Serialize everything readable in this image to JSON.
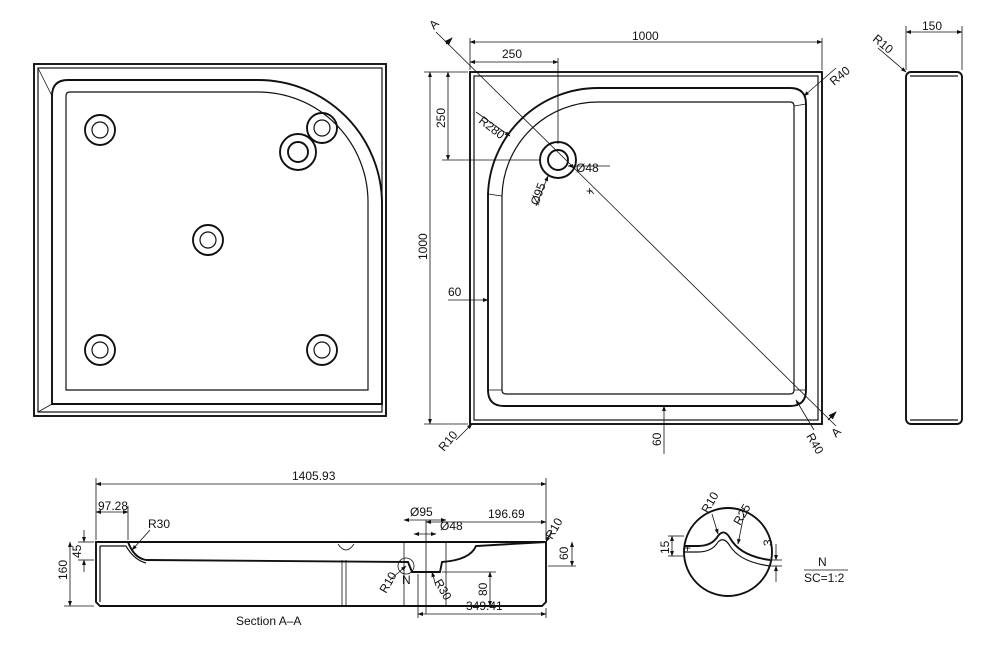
{
  "top_view": {
    "width": "1000",
    "height": "1000",
    "corner_offset": "250",
    "corner_offset_v": "250",
    "r280": "R280",
    "r40_top": "R40",
    "r40_bottom": "R40",
    "r10": "R10",
    "d48": "Ø48",
    "d95": "Ø95",
    "rim_left": "60",
    "rim_bottom": "60",
    "section_mark": "A"
  },
  "side_view": {
    "width": "150",
    "r10": "R10"
  },
  "section": {
    "total_length": "1405.93",
    "left_offset": "97.28",
    "r30_left": "R30",
    "d95": "Ø95",
    "d48": "Ø48",
    "right_offset": "196.69",
    "r10_right": "R10",
    "h45": "45",
    "h160": "160",
    "h60": "60",
    "r10_drain": "R10",
    "n_mark": "N",
    "r30_drain": "R30",
    "h80": "80",
    "drain_pos": "349.41",
    "caption": "Section A–A"
  },
  "detail": {
    "r10": "R10",
    "r25": "R25",
    "h15": "15",
    "h3": "3",
    "title": "N",
    "scale": "SC=1:2"
  }
}
